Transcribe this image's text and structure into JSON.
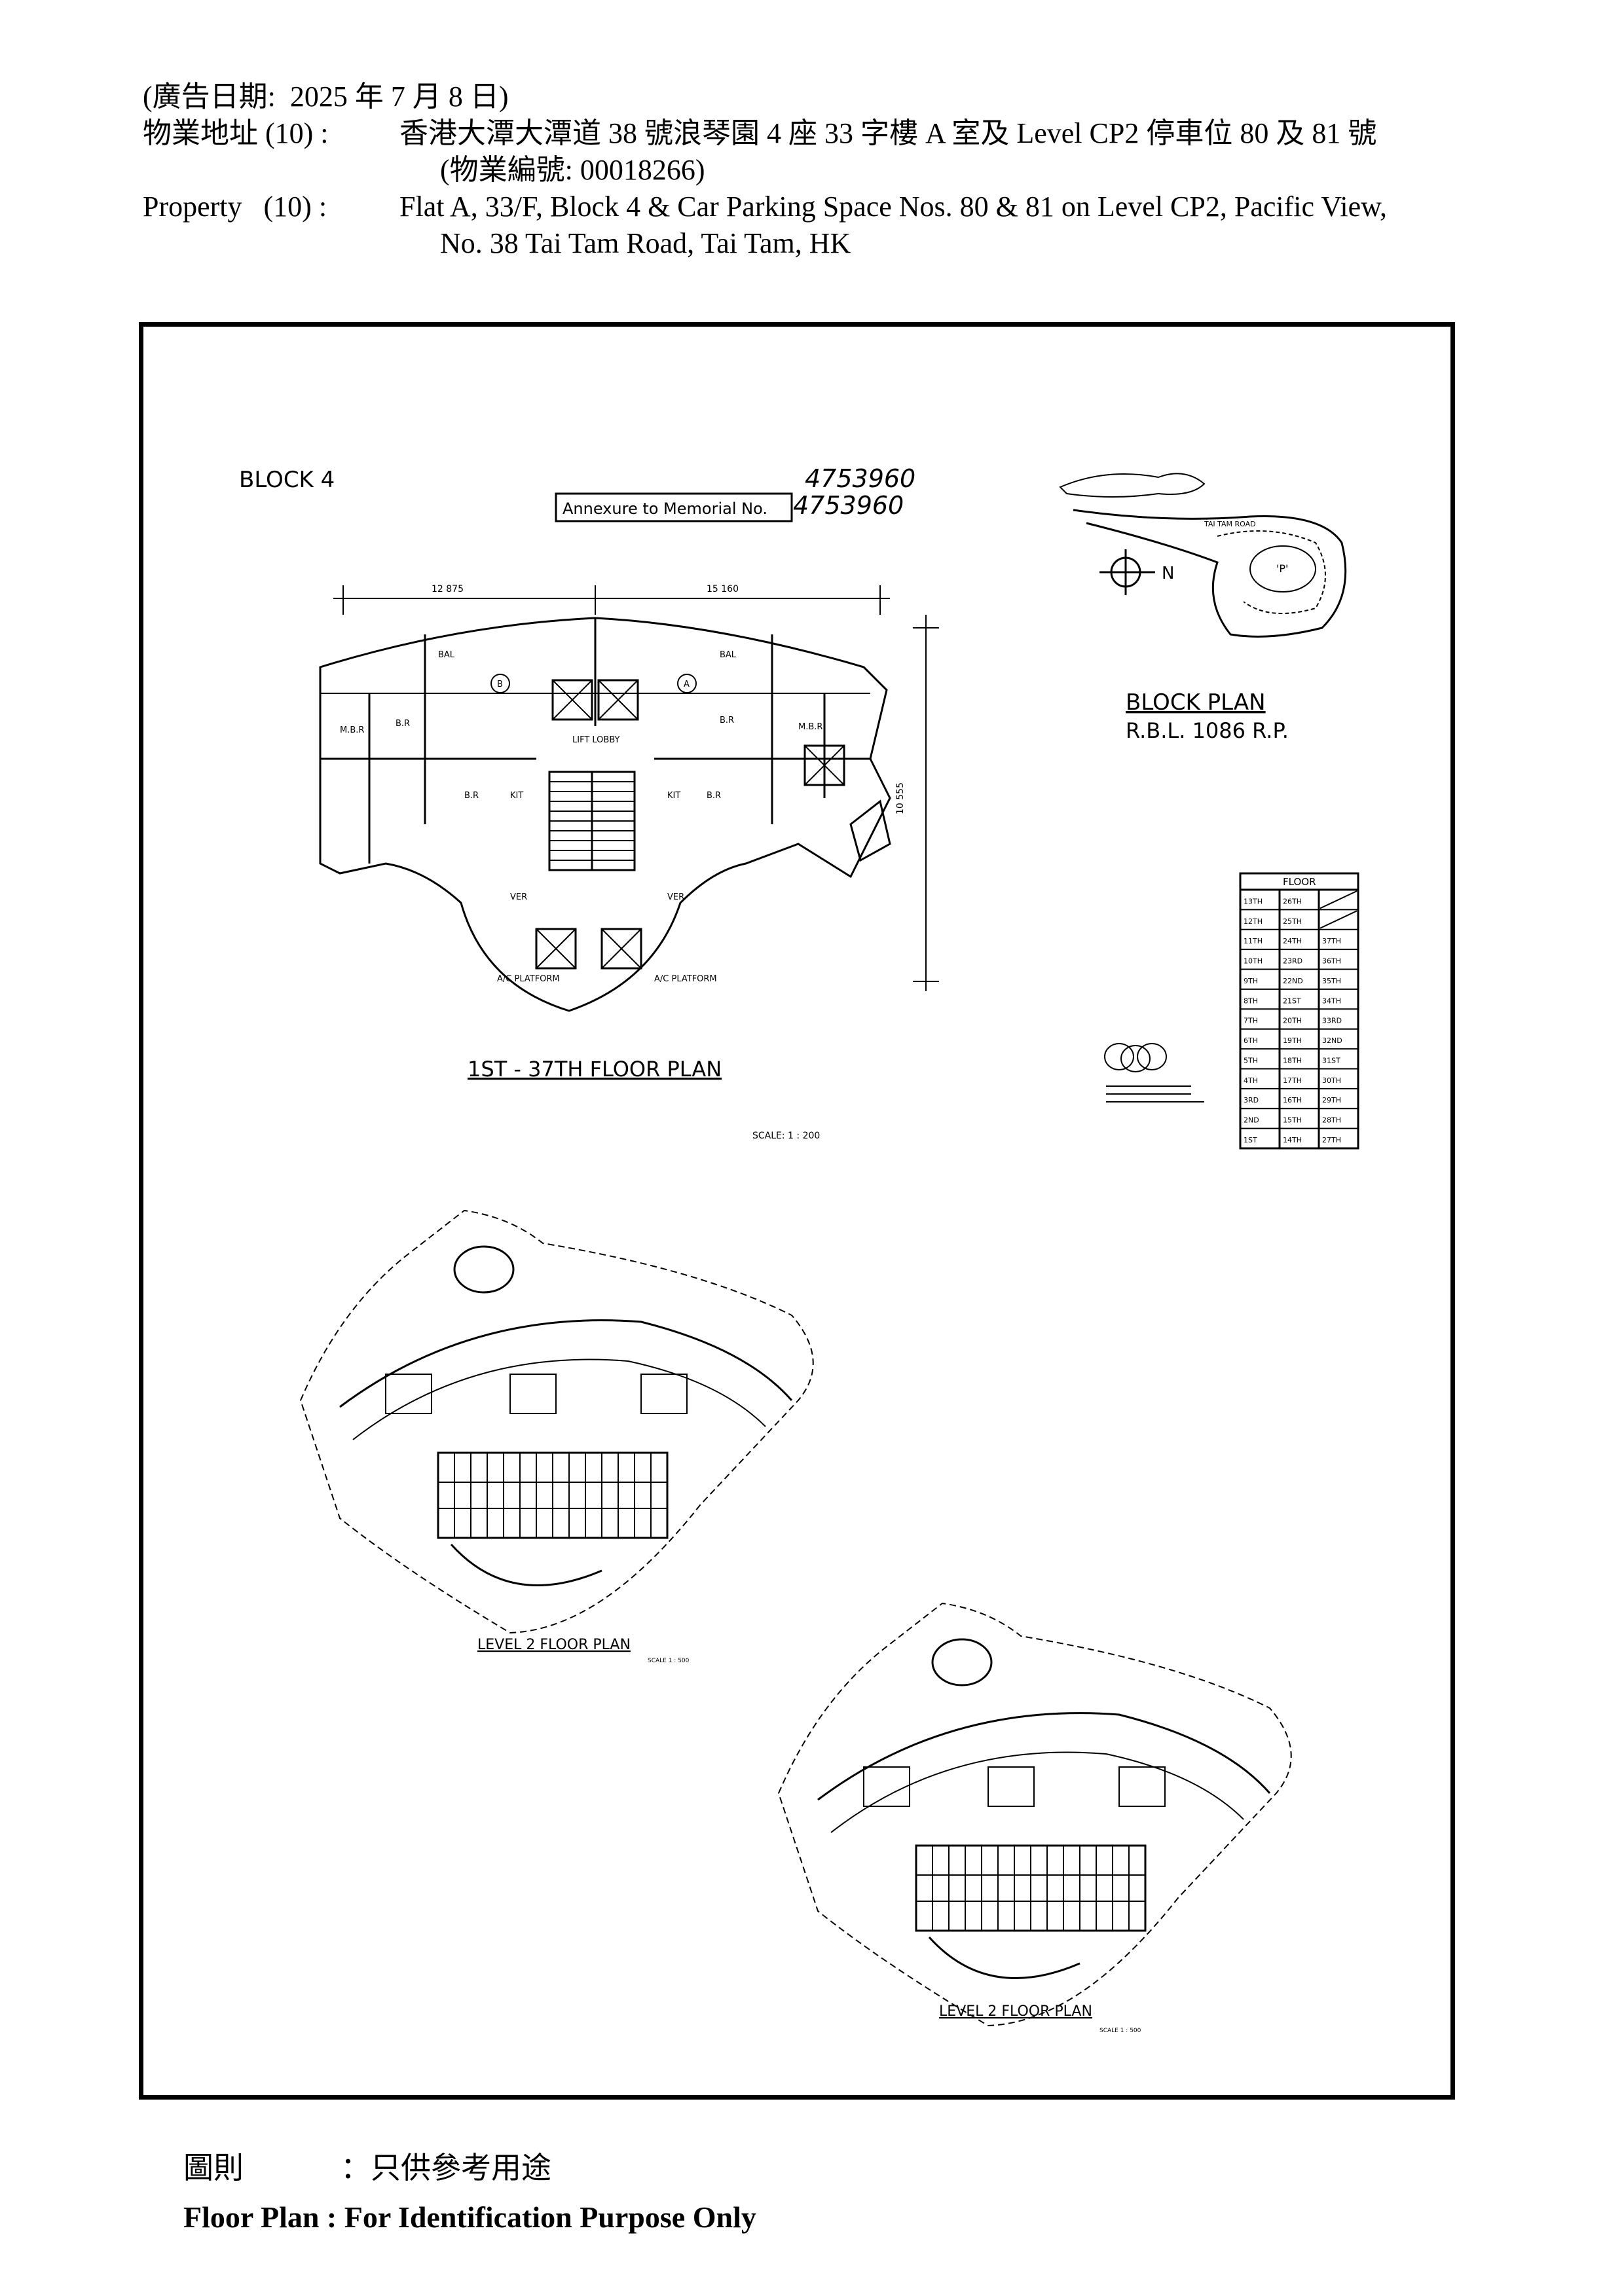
{
  "header": {
    "date_line": "(廣告日期:  2025 年 7 月 8 日)",
    "address_zh_label": "物業地址 (10) :",
    "address_zh": "香港大潭大潭道 38 號浪琴園 4 座 33 字樓 A 室及 Level CP2 停車位 80 及 81 號",
    "property_no": "(物業編號: 00018266)",
    "property_en_label": "Property   (10) :",
    "property_en_1": "Flat A, 33/F, Block 4 & Car Parking Space Nos. 80 & 81 on Level CP2, Pacific View,",
    "property_en_2": "No. 38 Tai Tam Road, Tai Tam, HK"
  },
  "plan": {
    "block_title": "BLOCK 4",
    "memorial_handwritten": "4753960",
    "memorial_label": "Annexure to Memorial No.",
    "memorial_no": "4753960",
    "dim_left": "12 875",
    "dim_right": "15 160",
    "dim_vertical": "10 555",
    "block_plan_title": "BLOCK PLAN",
    "block_plan_sub": "R.B.L. 1086 R.P.",
    "north": "N",
    "road_label": "TAI TAM ROAD",
    "site_label": "'P'",
    "floor_plan_title": "1ST - 37TH FLOOR PLAN",
    "floor_plan_scale": "SCALE: 1 : 200",
    "unit_b": "B",
    "unit_a": "A",
    "lift_lobby": "LIFT LOBBY",
    "room_mbr": "M.B.R",
    "room_br": "B.R",
    "room_bal": "BAL",
    "room_kit": "KIT",
    "room_ver": "VER",
    "room_ac": "A/C PLATFORM",
    "floor_table_header": "FLOOR",
    "floor_rows": [
      [
        "13TH",
        "26TH",
        ""
      ],
      [
        "12TH",
        "25TH",
        ""
      ],
      [
        "11TH",
        "24TH",
        "37TH"
      ],
      [
        "10TH",
        "23RD",
        "36TH"
      ],
      [
        "9TH",
        "22ND",
        "35TH"
      ],
      [
        "8TH",
        "21ST",
        "34TH"
      ],
      [
        "7TH",
        "20TH",
        "33RD"
      ],
      [
        "6TH",
        "19TH",
        "32ND"
      ],
      [
        "5TH",
        "18TH",
        "31ST"
      ],
      [
        "4TH",
        "17TH",
        "30TH"
      ],
      [
        "3RD",
        "16TH",
        "29TH"
      ],
      [
        "2ND",
        "15TH",
        "28TH"
      ],
      [
        "1ST",
        "14TH",
        "27TH"
      ]
    ],
    "level2_title": "LEVEL 2 FLOOR PLAN",
    "level2_scale": "SCALE 1 : 500"
  },
  "footer": {
    "zh_label": "圖則",
    "zh_text": "：只供參考用途",
    "en_text": "Floor Plan : For Identification Purpose Only"
  }
}
